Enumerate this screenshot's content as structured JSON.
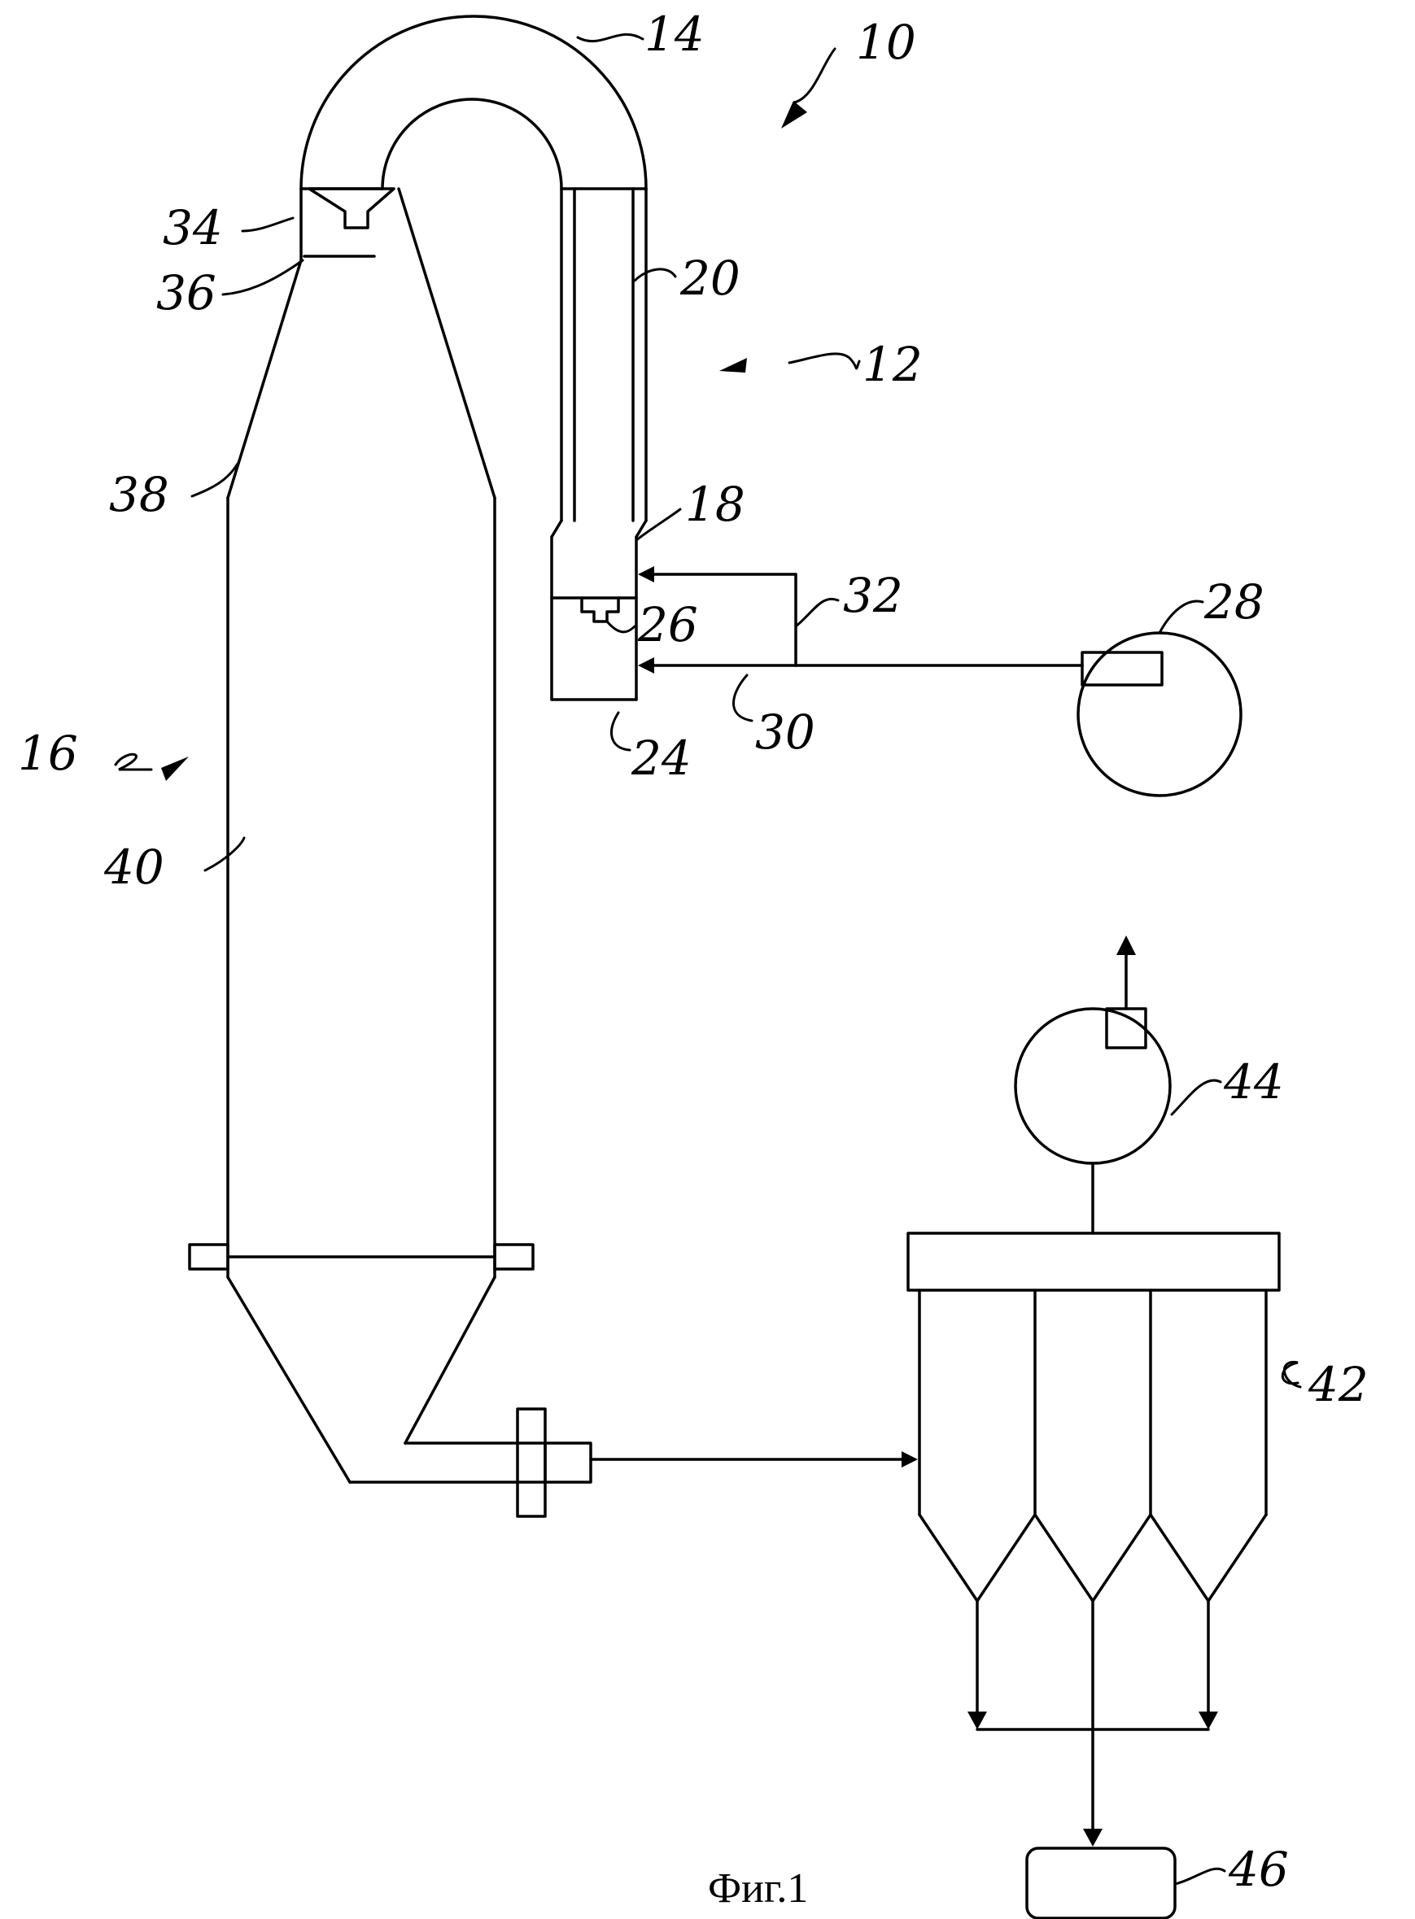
{
  "figure": {
    "caption": "Фиг.1"
  },
  "labels": [
    {
      "id": "10",
      "text": "10"
    },
    {
      "id": "12",
      "text": "12"
    },
    {
      "id": "14",
      "text": "14"
    },
    {
      "id": "16",
      "text": "16"
    },
    {
      "id": "18",
      "text": "18"
    },
    {
      "id": "20",
      "text": "20"
    },
    {
      "id": "24",
      "text": "24"
    },
    {
      "id": "26",
      "text": "26"
    },
    {
      "id": "28",
      "text": "28"
    },
    {
      "id": "30",
      "text": "30"
    },
    {
      "id": "32",
      "text": "32"
    },
    {
      "id": "34",
      "text": "34"
    },
    {
      "id": "36",
      "text": "36"
    },
    {
      "id": "38",
      "text": "38"
    },
    {
      "id": "40",
      "text": "40"
    },
    {
      "id": "42",
      "text": "42"
    },
    {
      "id": "44",
      "text": "44"
    },
    {
      "id": "46",
      "text": "46"
    }
  ]
}
